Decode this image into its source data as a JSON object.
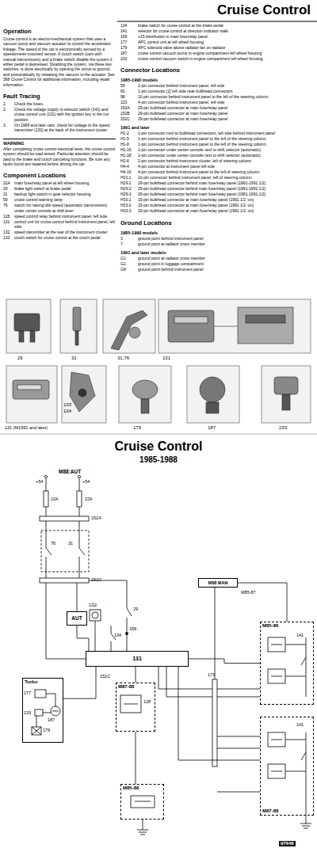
{
  "diagram": {
    "title": "Cruise Control",
    "nodes": [
      {
        "text": [
          "Turbo"
        ]
      },
      {
        "text": [
          "AUT"
        ]
      },
      {
        "text": [
          "131"
        ]
      },
      {
        "text": [
          "M87-88"
        ]
      },
      {
        "text": [
          "M85-88"
        ]
      },
      {
        "text": [
          "M85-86"
        ]
      },
      {
        "text": [
          "M87-88"
        ]
      },
      {
        "text": [
          "M88 MAN"
        ]
      }
    ],
    "edges": [
      {
        "from": 1,
        "to": 2,
        "arrow": "none"
      },
      {
        "from": 0,
        "to": 2,
        "arrow": "none"
      },
      {
        "from": 3,
        "to": 2,
        "arrow": "none"
      },
      {
        "from": 4,
        "to": 3,
        "arrow": "none"
      },
      {
        "from": 2,
        "to": 5,
        "arrow": "none"
      },
      {
        "from": 2,
        "to": 6,
        "arrow": "none"
      },
      {
        "from": 7,
        "to": 5,
        "arrow": "none"
      }
    ],
    "labels": [
      "Operation",
      "Cruise control is an electro-mechanical system that uses a vacuum pump and vacuum actuator to control the accelerator linkage. The speed of the car is electronically sensed by a speedometer-mounted sensor. A clutch switch (cars with manual transmission) and a brake switch disable the system if either pedal is depressed. Disabling the system, via these two switches, is done electrically by opening the circuit to ground, and pneumatically by releasing the vacuum to the actuator. See 368 Cruise Control for additional information, including repair information.",
      "Fault Tracing",
      "1.",
      "Check the fuses.",
      "2.",
      "Check the voltage supply to selector switch (141) and cruise control unit (131) with the ignition key in the run position.",
      "3.",
      "On 1989 and later cars, check for voltage to the speed transmitter (132) at the back of the instrument cluster.",
      "WARNING",
      "After completing cruise control electrical tests, the cruise control system should be road tested. Particular attention should be paid to the brake and clutch canceling functions. Be sure any faults found are repaired before driving the car.",
      "Component Locations",
      "22A",
      "main fuse/relay panel at left wheel housing",
      "29",
      "brake light switch at brake pedal",
      "31",
      "backup light switch in gear selector housing",
      "59",
      "cruise control warning lamp",
      "76",
      "switch for raising idle speed (automatic transmission) under center console at shift lever",
      "128",
      "speed control relay behind instrument panel, left side",
      "131",
      "control unit for cruise control behind instrument panel, left side",
      "132",
      "speed transmitter at the rear of the instrument cluster",
      "133",
      "clutch switch for cruise control at the clutch pedal",
      "134",
      "brake switch for cruise control at the brake pedal",
      "141",
      "selector for cruise control at direction indicator stalk",
      "159",
      "+15 distribution in main fuse/relay panel",
      "177",
      "APC control unit at left wheel housing",
      "179",
      "APC solenoid valve above radiator fan on radiator",
      "187",
      "cruise control vacuum pump in engine compartment left wheel housing",
      "233",
      "cruise control vacuum switch in engine compartment left wheel housing",
      "Connector Locations",
      "1985-1990 models",
      "59",
      "2-pin connector behind instrument panel, left side",
      "60",
      "1-pin connector (2) left side near bulkhead connectors",
      "98",
      "10-pin connector behind instrument panel to the left of the steering column",
      "123",
      "4-pin connector behind instrument panel, left side",
      "152A",
      "29-pin bulkhead connector at main fuse/relay panel",
      "152B",
      "29-pin bulkhead connector at main fuse/relay panel",
      "152C",
      "29-pin bulkhead connector at main fuse/relay panel",
      "1991 and later",
      "H1-2",
      "1-pin connector next to bulkhead connectors, left side behind instrument panel",
      "H1-5",
      "1-pin connector behind instrument panel to the left of the steering column",
      "H1-8",
      "1-pin connector behind instrument panel to the left of the steering column",
      "H1-16",
      "1-pin connector under center console next to shift selector (automatic)",
      "H1-18",
      "1-pin connector under center console next to shift selector (automatic)",
      "H2-6",
      "2-pin connector behind instrument cluster, left of steering column",
      "H4-4",
      "4-pin connector at instrument panel left side",
      "H4-16",
      "4-pin connector behind instrument panel to the left of steering column",
      "H10-1",
      "10-pin connector behind instrument panel, left of steering column",
      "H29-1",
      "29-pin bulkhead connector behind main fuse/relay panel (1991-1991 1/2)",
      "H29-2",
      "29-pin bulkhead connector behind main fuse/relay panel (1991-1991 1/2)",
      "H29-3",
      "29-pin bulkhead connector behind main fuse/relay panel (1991-1991 1/2)",
      "H33-1",
      "33-pin bulkhead connector at main fuse/relay panel (1991 1/2 -on)",
      "H33-2",
      "33-pin bulkhead connector at main fuse/relay panel (1991 1/2 -on)",
      "H33-3",
      "33-pin bulkhead connector at main fuse/relay panel (1991 1/2 -on)",
      "Ground Locations",
      "1985-1990 models",
      "3",
      "ground point behind instrument panel",
      "7",
      "ground point at radiator cross member",
      "1991 and later models",
      "G1",
      "ground point at radiator cross member",
      "G2",
      "ground point in luggage compartment",
      "G8",
      "ground point behind instrument panel",
      "29",
      "31",
      "31,76",
      "131",
      "131 (M1992 and later)",
      "133",
      "134",
      "179",
      "187",
      "233",
      "Cruise Control",
      "1985-1988",
      "M88:AUT",
      "+54",
      "+54",
      "22A",
      "22A",
      "152A",
      "76",
      "31",
      "152C",
      "132",
      "134",
      "159",
      "29",
      "152C",
      "173",
      "141",
      "141",
      "128",
      "177",
      "233",
      "179",
      "187",
      "M85-87",
      "97648"
    ]
  }
}
